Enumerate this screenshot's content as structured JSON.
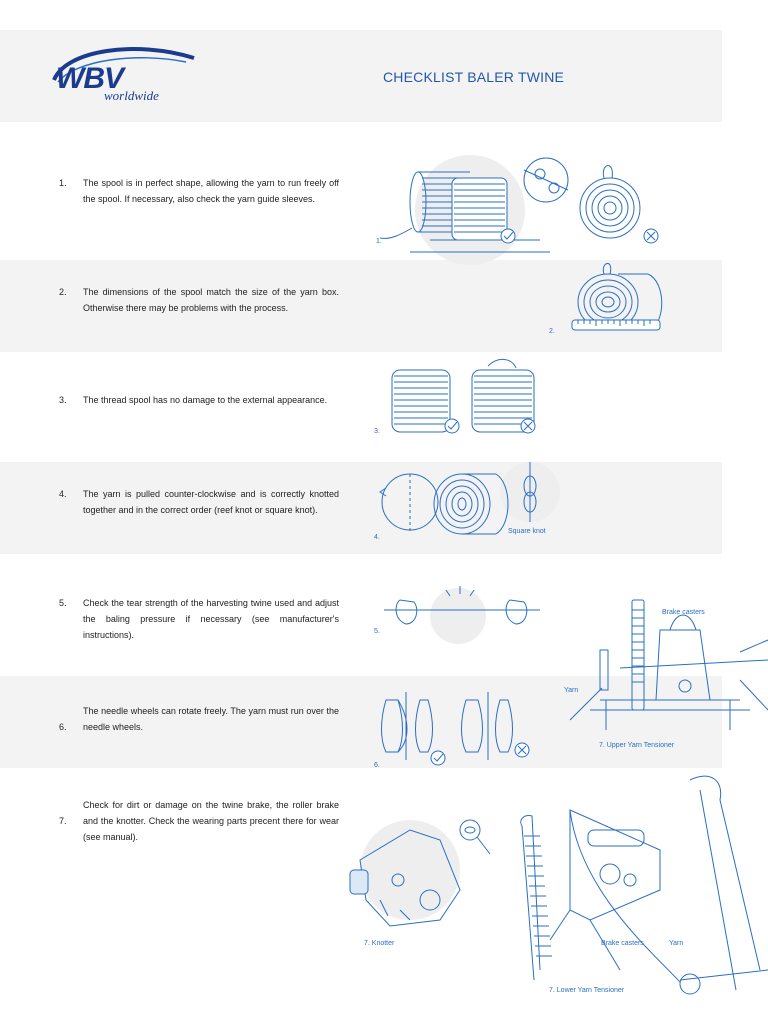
{
  "header": {
    "logo_main": "WBV",
    "logo_sub": "worldwide",
    "title": "CHECKLIST BALER TWINE"
  },
  "items": [
    {
      "num": "1.",
      "text": "The spool is in perfect shape, allowing the yarn to run freely off the spool. If necessary, also check the yarn guide sleeves.",
      "fig": "1."
    },
    {
      "num": "2.",
      "text": "The dimensions of the spool match the size of the yarn box. Otherwise there may be problems with the process.",
      "fig": "2."
    },
    {
      "num": "3.",
      "text": "The thread spool has no damage to the external appearance.",
      "fig": "3."
    },
    {
      "num": "4.",
      "text": "The yarn is pulled counter-clockwise and is correctly knotted together and in the correct order (reef knot or square knot).",
      "fig": "4.",
      "knot_label": "Square knot"
    },
    {
      "num": "5.",
      "text": "Check the tear strength of the harvesting twine used and adjust the baling pressure if necessary (see manufacturer's instructions).",
      "fig": "5."
    },
    {
      "num": "6.",
      "text": "The needle wheels can rotate freely. The yarn must run over the needle wheels.",
      "fig": "6."
    },
    {
      "num": "7.",
      "text": "Check for dirt or damage on the twine brake, the roller brake and the knotter. Check the wearing parts precent there for wear (see manual).",
      "fig": "7. Knotter"
    }
  ],
  "labels": {
    "brake_casters_upper": "Brake casters",
    "yarn_upper": "Yarn",
    "upper_tensioner": "7. Upper Yarn Tensioner",
    "brake_casters_lower": "Brake casters",
    "yarn_lower": "Yarn",
    "lower_tensioner": "7. Lower Yarn Tensioner"
  },
  "colors": {
    "accent": "#2457a8",
    "line": "#2a6fc4",
    "band": "#f3f3f4"
  }
}
